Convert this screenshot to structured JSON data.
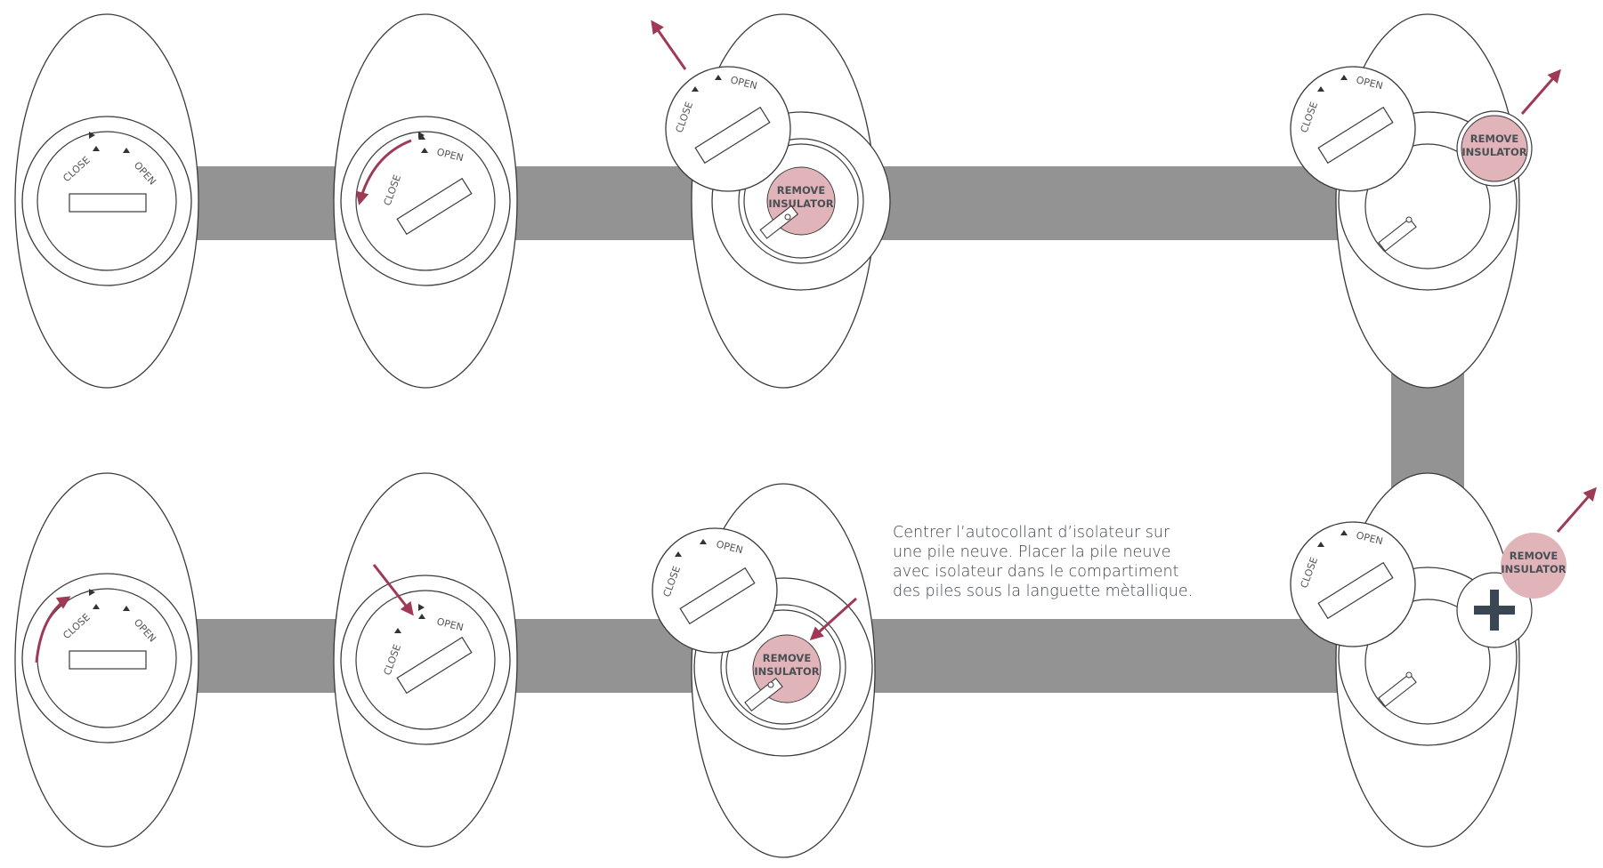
{
  "dial": {
    "close_label": "CLOSE",
    "open_label": "OPEN"
  },
  "insulator": {
    "line1": "REMOVE",
    "line2": "INSULATOR"
  },
  "note": {
    "lines": [
      "Centrer l’autocollant d’isolateur sur",
      "une pile neuve. Placer la pile neuve",
      "avec isolateur dans le compartiment",
      "des piles sous la languette mètallique."
    ]
  },
  "colors": {
    "outline": "#3a3a3a",
    "connector_bar": "#939393",
    "arrow": "#9e3a55",
    "insulator_fill": "#e0b4b8",
    "plus": "#3b4654"
  },
  "icons": [
    "rotate-arrow-icon",
    "pull-arrow-icon",
    "push-arrow-icon",
    "plus-icon",
    "triangle-marker-icon"
  ]
}
